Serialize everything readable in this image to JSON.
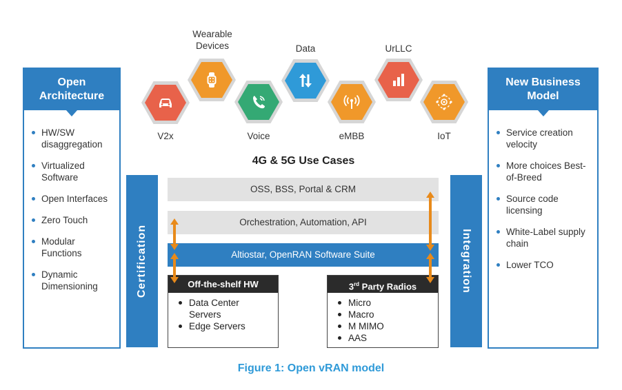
{
  "left_panel": {
    "title": "Open Architecture",
    "items": [
      "HW/SW disaggregation",
      "Virtualized Software",
      "Open Interfaces",
      "Zero Touch",
      "Modular Functions",
      "Dynamic Dimensioning"
    ]
  },
  "right_panel": {
    "title": "New Business Model",
    "items": [
      "Service creation velocity",
      "More choices Best-of-Breed",
      "Source code licensing",
      "White-Label supply chain",
      "Lower TCO"
    ]
  },
  "use_cases": {
    "title": "4G & 5G Use Cases",
    "items": [
      {
        "label": "V2x",
        "icon": "car-icon",
        "color": "#e8624a"
      },
      {
        "label": "Wearable Devices",
        "icon": "smartwatch-icon",
        "color": "#f0982a"
      },
      {
        "label": "Voice",
        "icon": "phone-icon",
        "color": "#34a974"
      },
      {
        "label": "Data",
        "icon": "up-down-arrows-icon",
        "color": "#2f9ad8"
      },
      {
        "label": "eMBB",
        "icon": "antenna-icon",
        "color": "#f0982a"
      },
      {
        "label": "UrLLC",
        "icon": "bar-chart-icon",
        "color": "#e8624a"
      },
      {
        "label": "IoT",
        "icon": "iot-network-icon",
        "color": "#f0982a"
      }
    ]
  },
  "vertical_bars": {
    "left": "Certification",
    "right": "Integration"
  },
  "layers": {
    "oss": "OSS, BSS, Portal & CRM",
    "orchestration": "Orchestration, Automation, API",
    "suite": "Altiostar, OpenRAN Software Suite"
  },
  "hardware": {
    "off_the_shelf": {
      "title": "Off-the-shelf HW",
      "items": [
        "Data Center Servers",
        "Edge Servers"
      ]
    },
    "third_party": {
      "title_sup": "rd",
      "title_num": "3",
      "title_rest": " Party Radios",
      "items": [
        "Micro",
        "Macro",
        "M MIMO",
        "AAS"
      ]
    }
  },
  "caption": "Figure 1: Open vRAN model",
  "colors": {
    "blue": "#2f7fc1",
    "orange": "#e88a1a",
    "caption": "#2f9ad8",
    "dark": "#2b2b2b",
    "gray": "#e2e2e2"
  }
}
